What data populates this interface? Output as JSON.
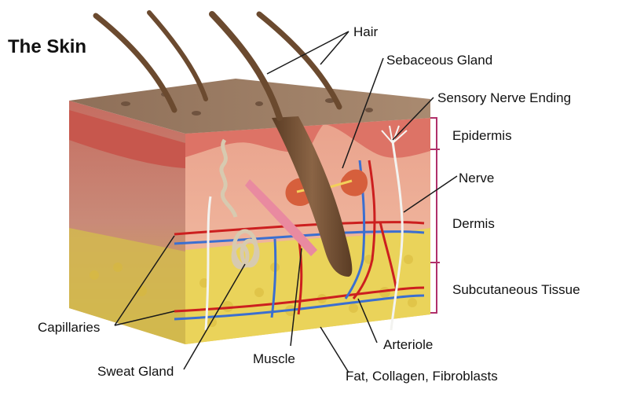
{
  "title": "The Skin",
  "labels": {
    "hair": "Hair",
    "sebaceous_gland": "Sebaceous Gland",
    "sensory_nerve_ending": "Sensory Nerve Ending",
    "epidermis": "Epidermis",
    "nerve": "Nerve",
    "dermis": "Dermis",
    "subcutaneous_tissue": "Subcutaneous Tissue",
    "capillaries": "Capillaries",
    "sweat_gland": "Sweat Gland",
    "muscle": "Muscle",
    "arteriole": "Arteriole",
    "fat_collagen_fibroblasts": "Fat, Collagen, Fibroblasts"
  },
  "colors": {
    "surface": "#9c7b63",
    "epidermis": "#d9786e",
    "dermis": "#e8a893",
    "fat": "#e9cf52",
    "hair": "#6b4a2f",
    "artery": "#cc1f1f",
    "vein": "#3b6fd0",
    "label_line": "#1a1a1a",
    "bracket": "#b0306a"
  }
}
